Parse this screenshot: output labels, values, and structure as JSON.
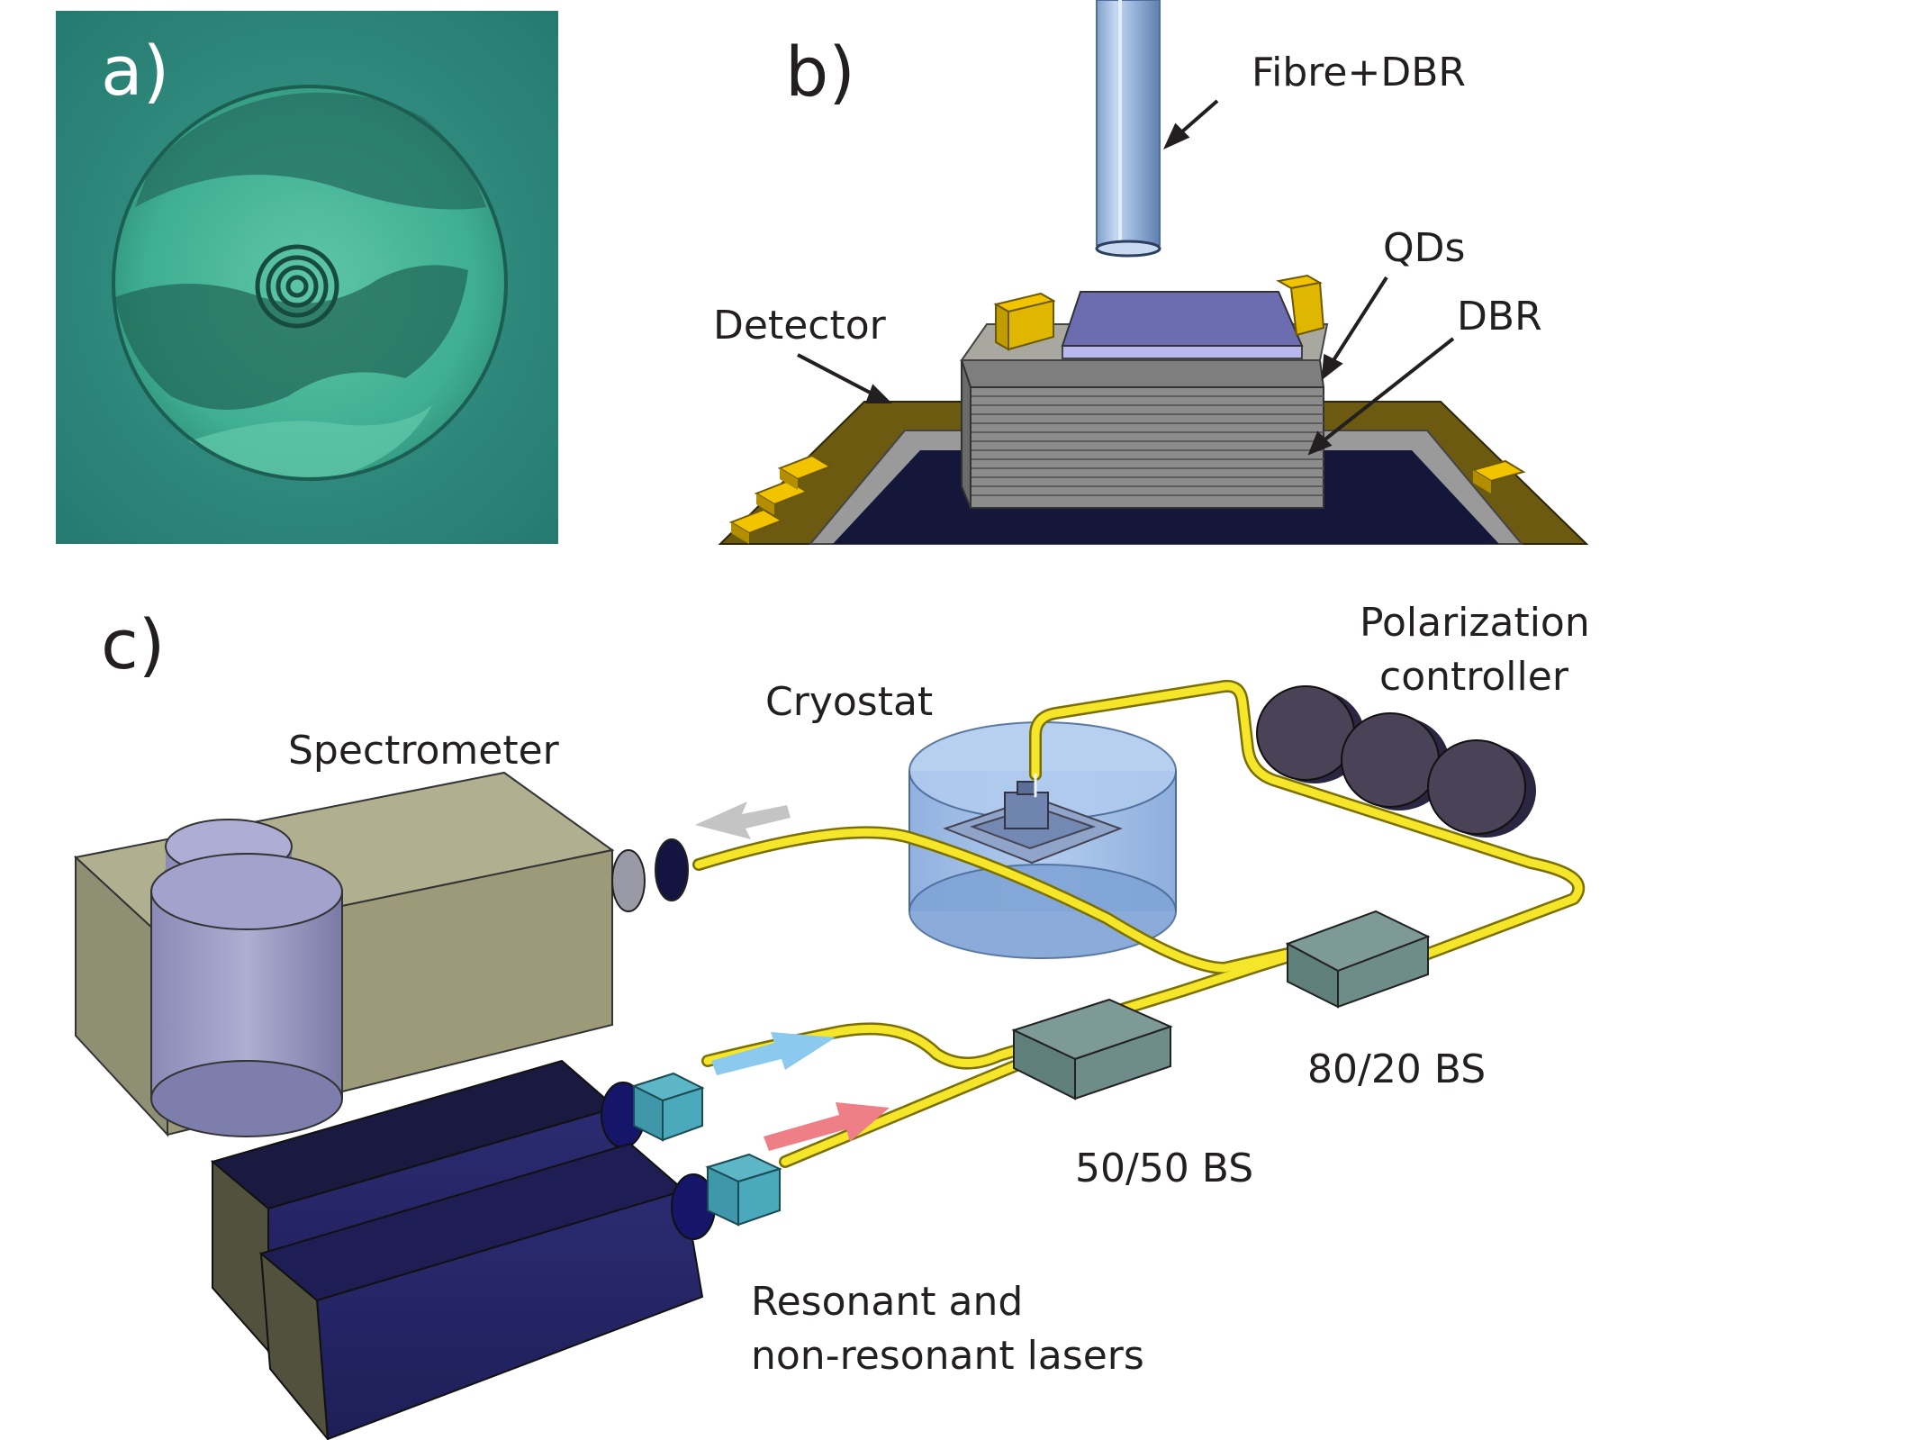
{
  "panels": {
    "a": {
      "label": "a)"
    },
    "b": {
      "label": "b)",
      "callouts": {
        "fibre": "Fibre+DBR",
        "qds": "QDs",
        "dbr": "DBR",
        "detector": "Detector"
      }
    },
    "c": {
      "label": "c)",
      "callouts": {
        "polarization_line1": "Polarization",
        "polarization_line2": "controller",
        "cryostat": "Cryostat",
        "spectrometer": "Spectrometer",
        "bs_80_20": "80/20 BS",
        "bs_50_50": "50/50 BS",
        "lasers_line1": "Resonant and",
        "lasers_line2": "non-resonant lasers"
      }
    }
  },
  "colors": {
    "fiber": "#f5e62a",
    "fiber_edge": "#b8a800",
    "microscope_bg": "#2b8a7c",
    "pad": "#f2c400",
    "detector_frame": "#6b5a10",
    "laser_body": "#27275e",
    "spectrometer_box": "#a7a784",
    "cryostat": "#8fb6e6",
    "pol_paddle": "#4a4256",
    "beamsplitter": "#5e7f7a",
    "arrow_blue": "#8cc9ee",
    "arrow_red": "#ee7f86",
    "arrow_gray": "#c4c4c4"
  }
}
